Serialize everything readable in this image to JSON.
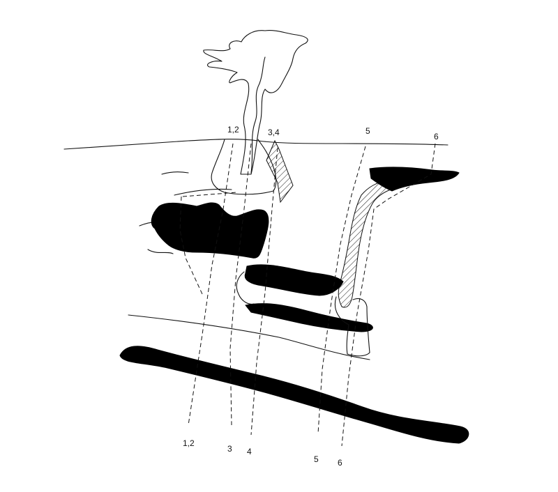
{
  "labels": {
    "top_1_2": "1,2",
    "top_3_4": "3,4",
    "top_5": "5",
    "top_6": "6",
    "bottom_1_2": "1,2",
    "bottom_3": "3",
    "bottom_4": "4",
    "bottom_5": "5",
    "bottom_6": "6"
  },
  "colors": {
    "ink": "#111111",
    "fill": "#000000",
    "background": "#ffffff"
  }
}
